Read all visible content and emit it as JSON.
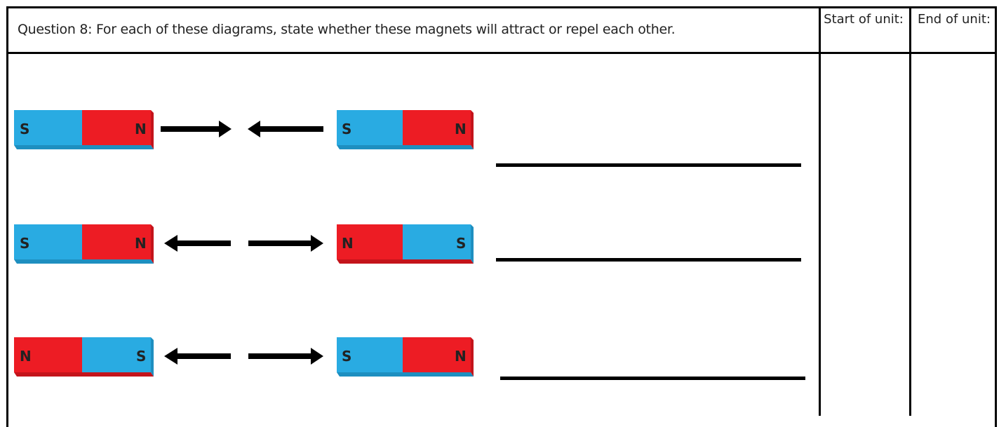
{
  "question_text": "Question 8: For each of these diagrams, state whether these magnets will attract or repel each other.",
  "columns": {
    "start": "Start of unit:",
    "end": "End of unit:"
  },
  "colors": {
    "north": "#ED1C24",
    "south": "#29ABE2",
    "arrow": "#000000"
  },
  "diagrams": [
    {
      "magnet_left": [
        "S",
        "N"
      ],
      "arrows": "inward-facing",
      "magnet_right": [
        "S",
        "N"
      ]
    },
    {
      "magnet_left": [
        "S",
        "N"
      ],
      "arrows": "outward-facing",
      "magnet_right": [
        "N",
        "S"
      ]
    },
    {
      "magnet_left": [
        "N",
        "S"
      ],
      "arrows": "outward-facing",
      "magnet_right": [
        "S",
        "N"
      ]
    }
  ]
}
